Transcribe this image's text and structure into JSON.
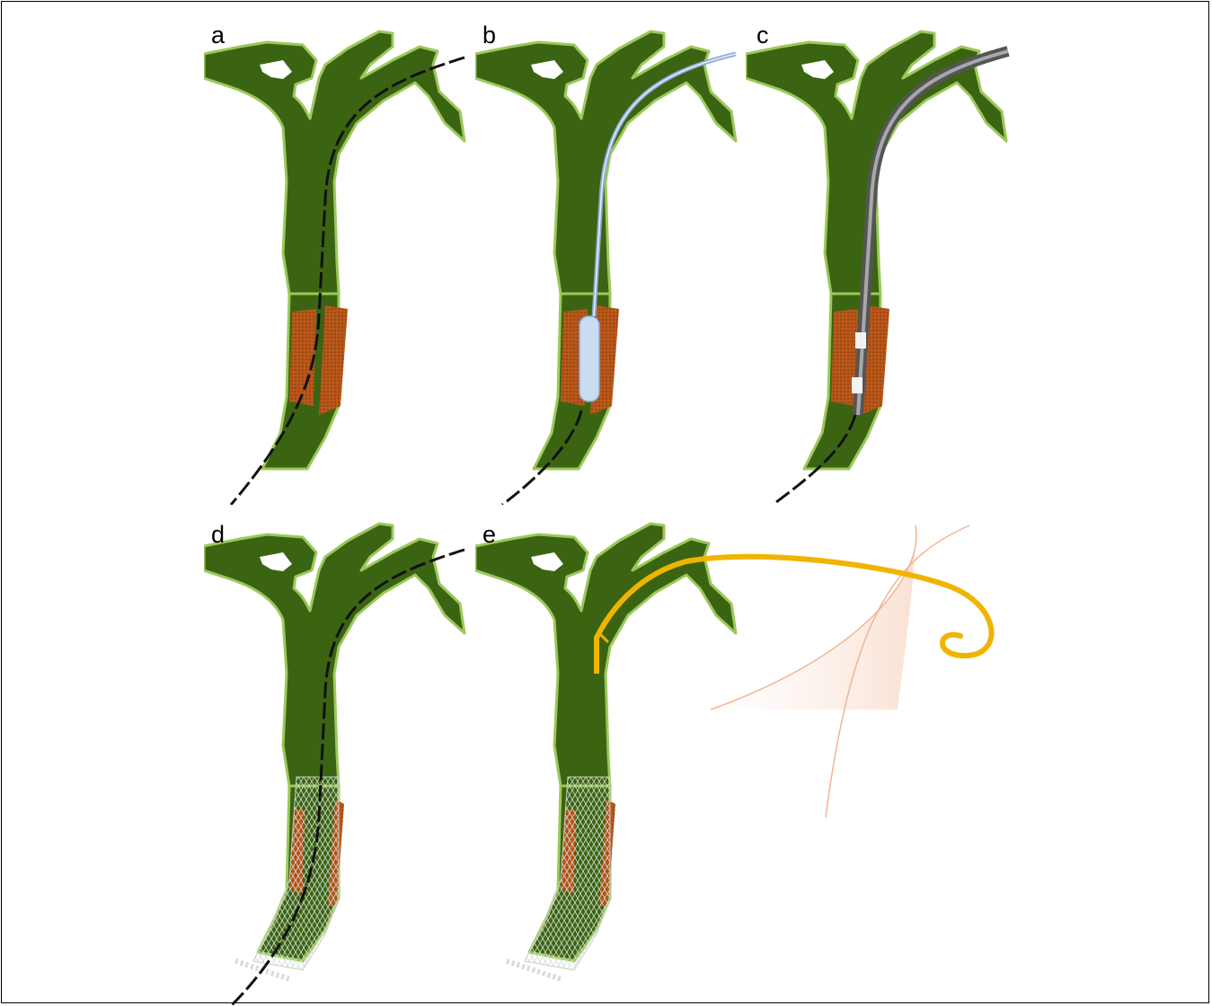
{
  "panels": [
    {
      "label": "a",
      "step": "guidewire"
    },
    {
      "label": "b",
      "step": "balloon-catheter"
    },
    {
      "label": "c",
      "step": "dilator-sheath"
    },
    {
      "label": "d",
      "step": "stent-over-guidewire"
    },
    {
      "label": "e",
      "step": "stent-with-pigtail-drain"
    }
  ],
  "colors": {
    "duct": "#3a6412",
    "duct_outline": "#9cc85a",
    "stricture": "#b8581a",
    "guidewire": "#111111",
    "balloon": "#c9dcf0",
    "sheath": "#707070",
    "stent_mesh": "#d8dcd8",
    "drain": "#f0b400",
    "skin": "#f2b493"
  }
}
